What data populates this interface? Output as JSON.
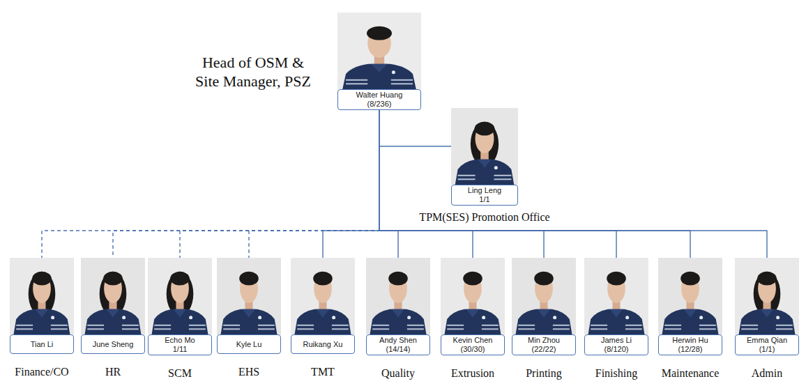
{
  "diagram": {
    "nodes": [
      {
        "text": [
          "Head of OSM & Site Manager, PSZ",
          "Walter Huang",
          "(8/236)"
        ]
      },
      {
        "text": [
          "Ling Leng",
          "1/1",
          "TPM(SES) Promotion Office"
        ]
      },
      {
        "text": [
          "Tian Li",
          "Finance/CO"
        ]
      },
      {
        "text": [
          "June Sheng",
          "HR"
        ]
      },
      {
        "text": [
          "Echo Mo",
          "1/11",
          "SCM"
        ]
      },
      {
        "text": [
          "Kyle Lu",
          "EHS"
        ]
      },
      {
        "text": [
          "Ruikang Xu",
          "TMT"
        ]
      },
      {
        "text": [
          "Andy Shen",
          "(14/14)",
          "Quality"
        ]
      },
      {
        "text": [
          "Kevin Chen",
          "(30/30)",
          "Extrusion"
        ]
      },
      {
        "text": [
          "Min Zhou",
          "(22/22)",
          "Printing"
        ]
      },
      {
        "text": [
          "James Li",
          "(8/120)",
          "Finishing"
        ]
      },
      {
        "text": [
          "Herwin Hu",
          "(12/28)",
          "Maintenance"
        ]
      },
      {
        "text": [
          "Emma Qian",
          "(1/1)",
          "Admin"
        ]
      }
    ],
    "edges": [
      {
        "from": 0,
        "to": 1,
        "arrow": "none"
      },
      {
        "from": 0,
        "to": 2,
        "arrow": "none"
      },
      {
        "from": 0,
        "to": 3,
        "arrow": "none"
      },
      {
        "from": 0,
        "to": 4,
        "arrow": "none"
      },
      {
        "from": 0,
        "to": 5,
        "arrow": "none"
      },
      {
        "from": 0,
        "to": 6,
        "arrow": "none"
      },
      {
        "from": 0,
        "to": 7,
        "arrow": "none"
      },
      {
        "from": 0,
        "to": 8,
        "arrow": "none"
      },
      {
        "from": 0,
        "to": 9,
        "arrow": "none"
      },
      {
        "from": 0,
        "to": 10,
        "arrow": "none"
      },
      {
        "from": 0,
        "to": 11,
        "arrow": "none"
      },
      {
        "from": 0,
        "to": 12,
        "arrow": "none"
      }
    ]
  }
}
